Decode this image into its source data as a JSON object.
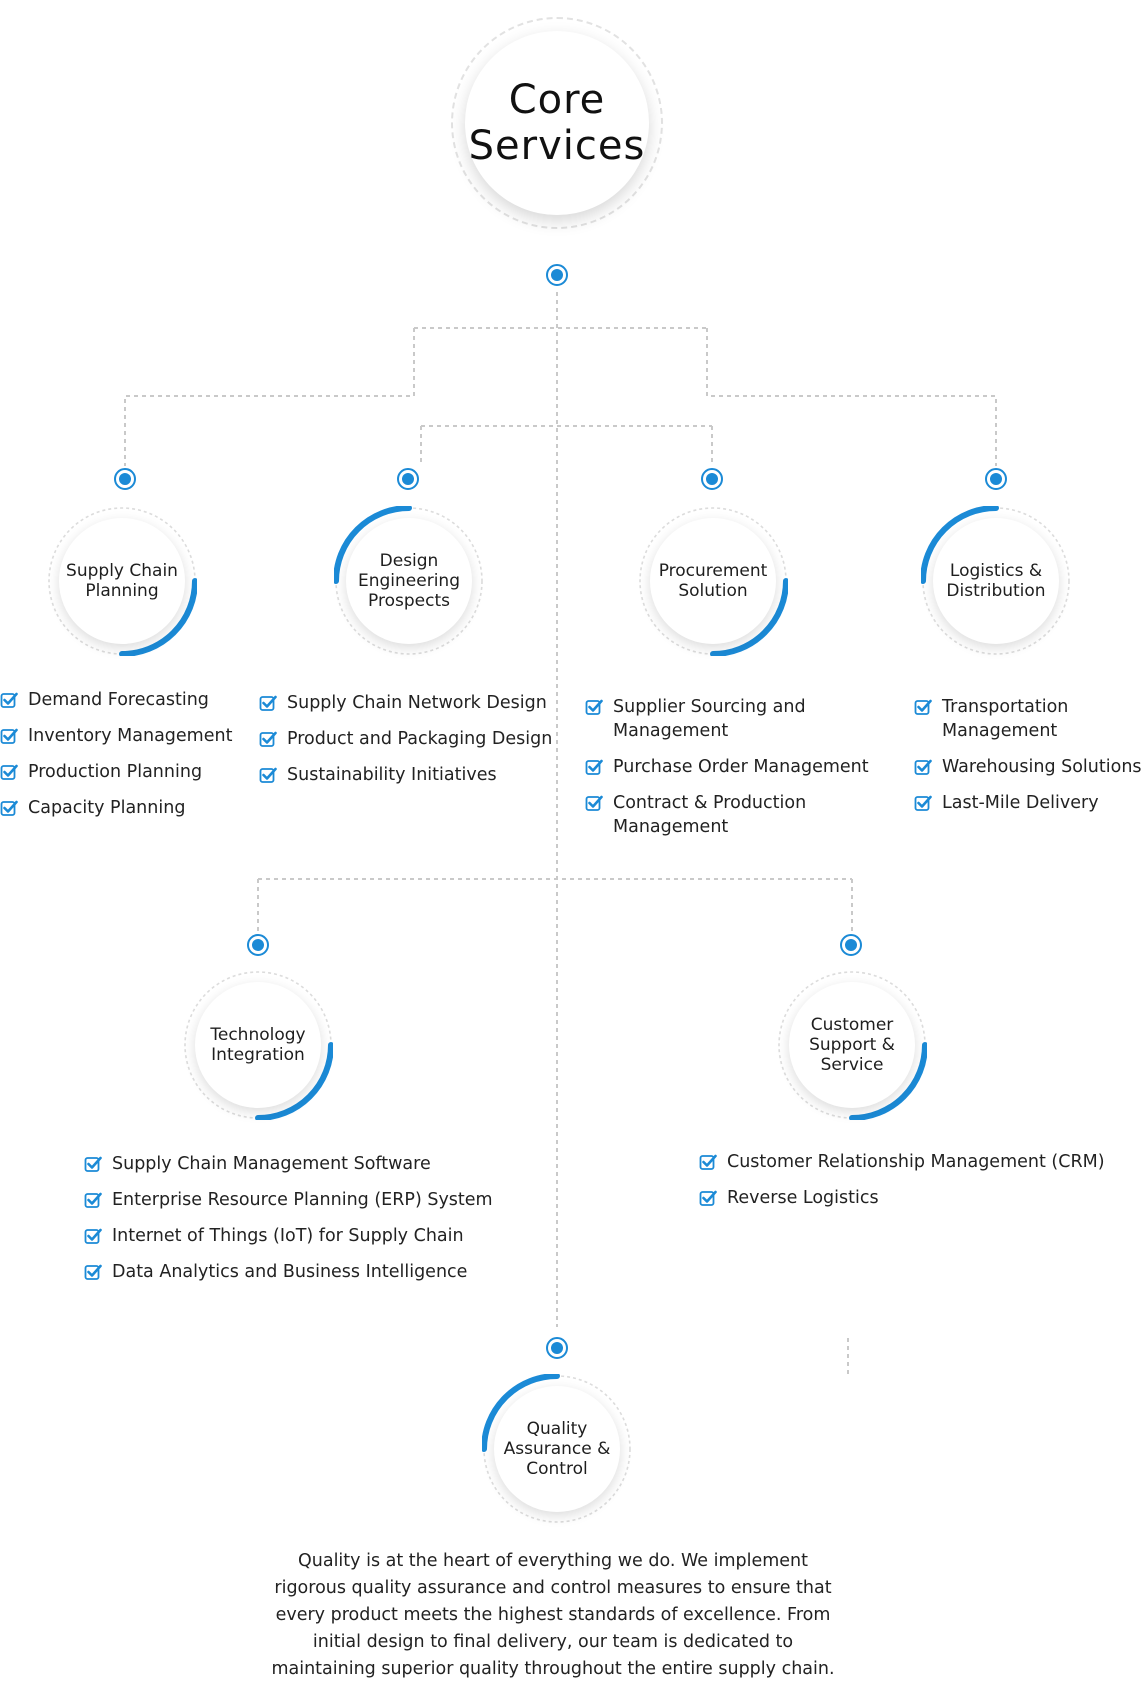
{
  "core": {
    "title_line1": "Core",
    "title_line2": "Services"
  },
  "accent_color": "#1b8ad6",
  "icon": "checkbox-check-icon",
  "services": [
    {
      "id": "supply-chain-planning",
      "title": "Supply Chain Planning",
      "items": [
        "Demand Forecasting",
        "Inventory Management",
        "Production Planning",
        "Capacity Planning"
      ]
    },
    {
      "id": "design-engineering",
      "title": "Design Engineering Prospects",
      "items": [
        "Supply Chain Network Design",
        "Product and Packaging Design",
        "Sustainability Initiatives"
      ]
    },
    {
      "id": "procurement",
      "title": "Procurement Solution",
      "items": [
        "Supplier Sourcing and Management",
        "Purchase Order Management",
        "Contract & Production Management"
      ]
    },
    {
      "id": "logistics",
      "title": "Logistics & Distribution",
      "items": [
        "Transportation Management",
        "Warehousing Solutions",
        "Last-Mile Delivery"
      ]
    },
    {
      "id": "technology",
      "title": "Technology Integration",
      "items": [
        "Supply Chain Management Software",
        "Enterprise Resource Planning (ERP) System",
        "Internet of Things (IoT) for Supply Chain",
        "Data Analytics and Business Intelligence"
      ]
    },
    {
      "id": "customer-support",
      "title": "Customer Support & Service",
      "items": [
        "Customer Relationship Management (CRM)",
        "Reverse Logistics"
      ]
    },
    {
      "id": "quality",
      "title": "Quality Assurance & Control",
      "items": []
    }
  ],
  "quality_description": "Quality is at the heart of everything we do. We implement rigorous quality assurance and control measures to ensure that every product meets the highest standards of excellence. From initial design to final delivery, our team is dedicated to maintaining superior quality throughout the entire supply chain."
}
